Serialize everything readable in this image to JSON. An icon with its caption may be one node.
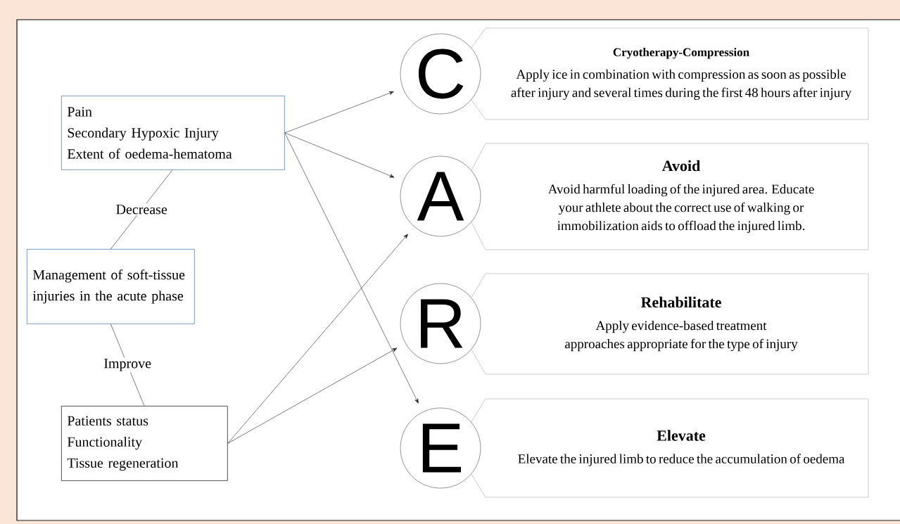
{
  "diagram": {
    "nodes": [
      {
        "text": [
          "Pain",
          "Secondary Hypoxic Injury",
          "Extent of oedema-hematoma"
        ]
      },
      {
        "text": [
          "Management of soft-tissue injuries in the acute phase"
        ]
      },
      {
        "text": [
          "Patients status",
          "Functionality",
          "Tissue regeneration"
        ]
      },
      {
        "text": [
          "C"
        ]
      },
      {
        "text": [
          "Cryotherapy-Compression",
          "Apply ice in combination with compression as soon as possible after injury and several times during the first 48 hours after injury"
        ]
      },
      {
        "text": [
          "A"
        ]
      },
      {
        "text": [
          "Avoid",
          "Avoid harmful loading of the injured area. Educate your athlete about the correct use of walking or immobilization aids to offload the injured limb."
        ]
      },
      {
        "text": [
          "R"
        ]
      },
      {
        "text": [
          "Rehabilitate",
          "Apply evidence-based treatment approaches appropriate for the type of injury"
        ]
      },
      {
        "text": [
          "E"
        ]
      },
      {
        "text": [
          "Elevate",
          "Elevate the injured limb to reduce the accumulation of oedema"
        ]
      }
    ],
    "edges": [
      {
        "from": 1,
        "to": 0,
        "arrow": "none",
        "label": "Decrease"
      },
      {
        "from": 1,
        "to": 2,
        "arrow": "none",
        "label": "Improve"
      },
      {
        "from": 0,
        "to": 3,
        "arrow": "to"
      },
      {
        "from": 0,
        "to": 5,
        "arrow": "to"
      },
      {
        "from": 0,
        "to": 9,
        "arrow": "to"
      },
      {
        "from": 2,
        "to": 5,
        "arrow": "to"
      },
      {
        "from": 2,
        "to": 7,
        "arrow": "to"
      }
    ]
  }
}
